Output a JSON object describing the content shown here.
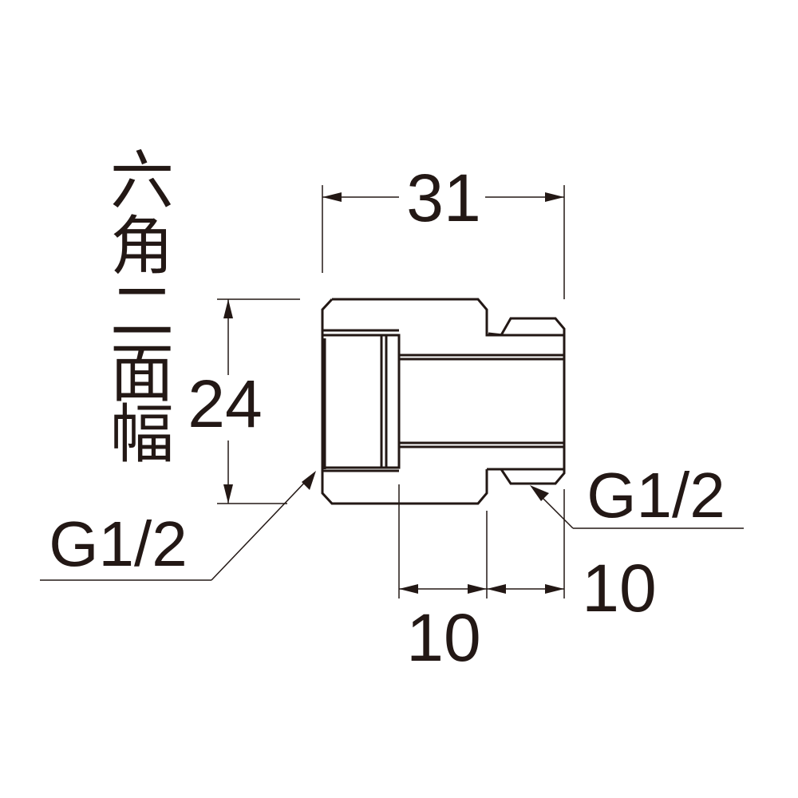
{
  "labels": {
    "hex_width_label": [
      "六",
      "角",
      "二",
      "面",
      "幅"
    ],
    "hex_width_value": "24",
    "overall_length": "31",
    "thread_left": "G1/2",
    "thread_right": "G1/2",
    "length_left_section": "10",
    "length_right_section": "10"
  },
  "colors": {
    "line": "#231815",
    "background": "#ffffff"
  }
}
